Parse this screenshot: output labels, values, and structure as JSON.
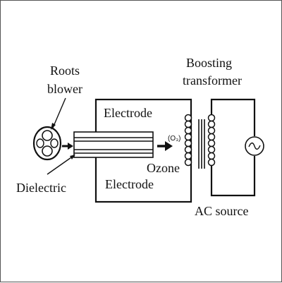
{
  "labels": {
    "roots_blower_line1": "Roots",
    "roots_blower_line2": "blower",
    "boosting_line1": "Boosting",
    "boosting_line2": "transformer",
    "electrode_top": "Electrode",
    "electrode_bottom": "Electrode",
    "dielectric": "Dielectric",
    "ozone": "Ozone",
    "o3": "(O₃)",
    "ac_source": "AC source"
  },
  "icons": {
    "blower": "roots-blower-icon",
    "ac_source": "ac-source-icon",
    "arrow": "arrow-icon"
  }
}
